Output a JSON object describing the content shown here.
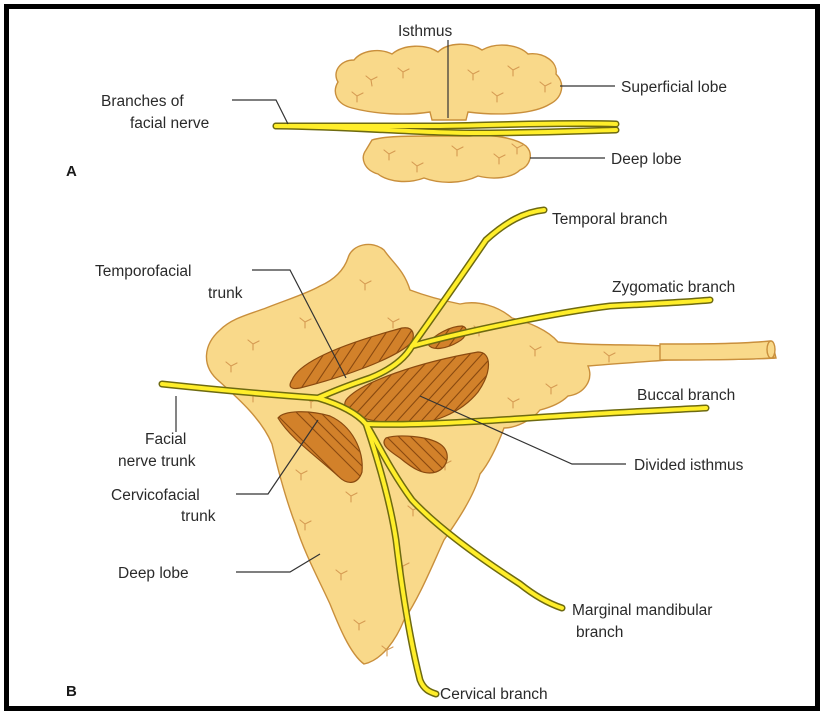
{
  "panel_a": {
    "letter": "A",
    "labels": {
      "isthmus": "Isthmus",
      "superficial_lobe": "Superficial lobe",
      "branches_line1": "Branches of",
      "branches_line2": "facial nerve",
      "deep_lobe": "Deep lobe"
    }
  },
  "panel_b": {
    "letter": "B",
    "labels": {
      "temporal_branch": "Temporal branch",
      "temporofacial_line1": "Temporofacial",
      "temporofacial_line2": "trunk",
      "zygomatic_branch": "Zygomatic branch",
      "buccal_branch": "Buccal branch",
      "facial_trunk_line1": "Facial",
      "facial_trunk_line2": "nerve trunk",
      "divided_isthmus": "Divided isthmus",
      "cervicofacial_line1": "Cervicofacial",
      "cervicofacial_line2": "trunk",
      "deep_lobe": "Deep lobe",
      "marginal_line1": "Marginal mandibular",
      "marginal_line2": "branch",
      "cervical_branch": "Cervical branch"
    }
  },
  "colors": {
    "gland_fill": "#f9d98a",
    "gland_outline": "#c98f3c",
    "nerve": "#ffee2a",
    "isthmus_cut": "#d2812a",
    "frame": "#000000"
  }
}
